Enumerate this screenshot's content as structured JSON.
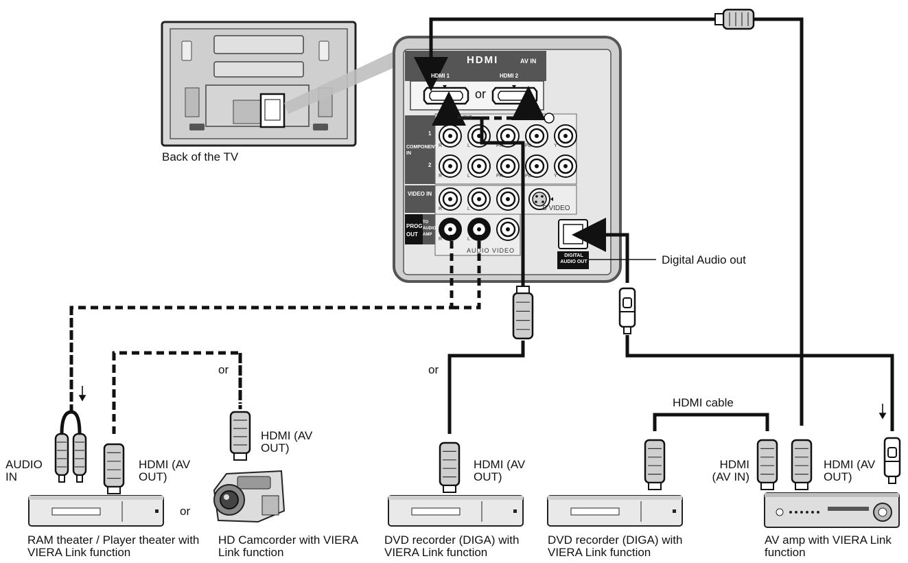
{
  "tv": {
    "caption": "Back of the TV",
    "hdmi_logo": "HDMI",
    "av_in": "AV IN",
    "hdmi1": "HDMI 1",
    "hdmi2": "HDMI 2",
    "or_between_ports": "or",
    "audio_small": "AUDIO",
    "component_in": "COMPONENT IN",
    "row1": "1",
    "row2": "2",
    "video_in": "VIDEO IN",
    "prog_out": "PROG OUT",
    "to_audio_amp": "TO AUDIO AMP",
    "audio_video": "AUDIO VIDEO",
    "s_video": "S VIDEO",
    "digital_audio_out_jack": "DIGITAL AUDIO OUT",
    "jack_R": "R",
    "jack_L": "L",
    "jack_PR": "PR",
    "jack_PB": "PB",
    "jack_Y": "Y"
  },
  "callouts": {
    "digital_audio_out": "Digital Audio out",
    "hdmi_cable": "HDMI cable",
    "or_left": "or",
    "or_right": "or",
    "or_devices": "or"
  },
  "connectors": {
    "audio_in": "AUDIO IN",
    "hdmi_av_out_1": "HDMI (AV OUT)",
    "hdmi_av_out_2": "HDMI (AV OUT)",
    "hdmi_av_out_3": "HDMI (AV OUT)",
    "hdmi_av_in": "HDMI (AV IN)",
    "hdmi_av_out_4": "HDMI (AV OUT)"
  },
  "devices": {
    "ram_theater": "RAM theater / Player theater with VIERA Link function",
    "hd_camcorder": "HD Camcorder with VIERA Link function",
    "dvd_recorder_1": "DVD recorder (DIGA) with VIERA Link function",
    "dvd_recorder_2": "DVD recorder (DIGA) with VIERA Link function",
    "av_amp": "AV amp with VIERA Link function"
  },
  "colors": {
    "line": "#1a1a1a",
    "panel_fill": "#e6e6e6",
    "panel_dark": "#555555",
    "device_fill": "#e9e9e9"
  }
}
